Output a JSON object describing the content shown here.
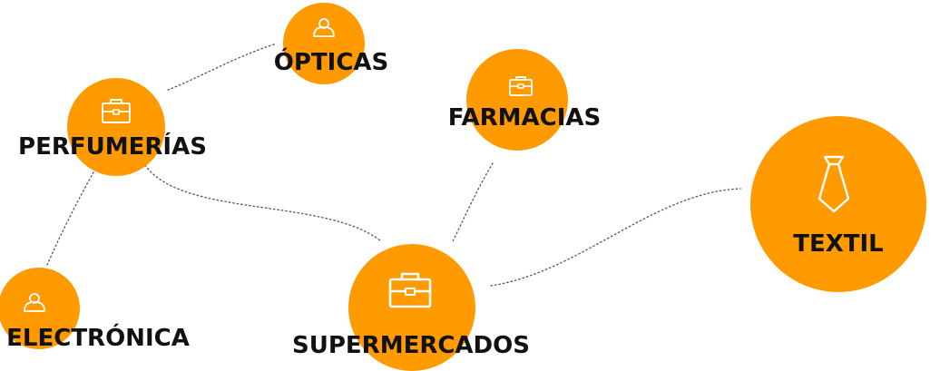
{
  "diagram": {
    "accent_color": "#FF9A00",
    "nodes": [
      {
        "id": "opticas",
        "label": "ÓPTICAS",
        "icon": "user-icon"
      },
      {
        "id": "perfumerias",
        "label": "PERFUMERÍAS",
        "icon": "briefcase-icon"
      },
      {
        "id": "farmacias",
        "label": "FARMACIAS",
        "icon": "briefcase-icon"
      },
      {
        "id": "textil",
        "label": "TEXTIL",
        "icon": "tie-icon"
      },
      {
        "id": "electronica",
        "label": "ELECTRÓNICA",
        "icon": "user-icon"
      },
      {
        "id": "supermercados",
        "label": "SUPERMERCADOS",
        "icon": "briefcase-icon"
      }
    ]
  }
}
